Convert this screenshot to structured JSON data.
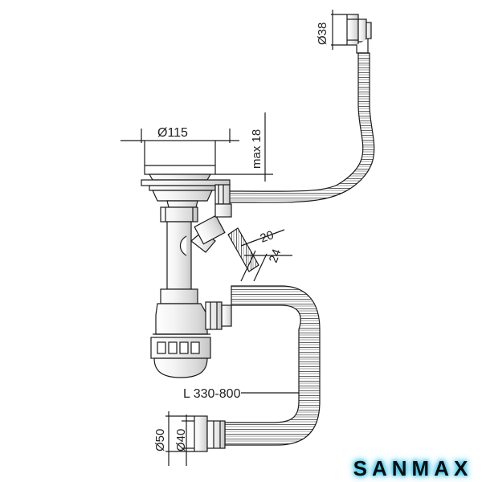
{
  "dimensions": {
    "d38": "Ø38",
    "d115": "Ø115",
    "max18": "max 18",
    "d20": "20",
    "d24": "24",
    "length": "L 330-800",
    "d50": "Ø50",
    "d40": "Ø40"
  },
  "brand": {
    "logo_text": "SANMAX"
  },
  "colors": {
    "line": "#1a1a1a",
    "glow": "#17b8e8"
  }
}
